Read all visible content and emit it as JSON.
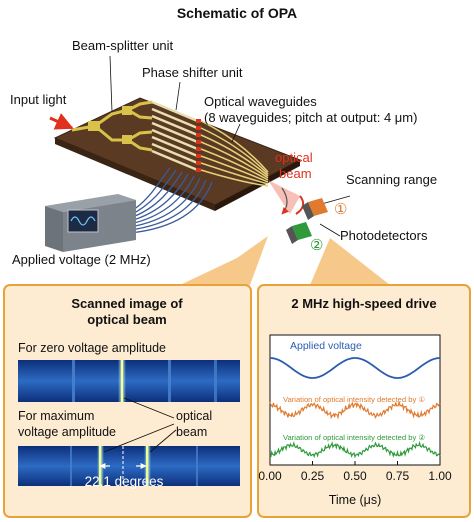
{
  "title": "Schematic of OPA",
  "labels": {
    "beam_splitter": "Beam-splitter unit",
    "phase_shifter": "Phase shifter unit",
    "input_light": "Input light",
    "waveguides_1": "Optical waveguides",
    "waveguides_2": "(8 waveguides; pitch at output: 4 μm)",
    "optical_beam_1": "optical",
    "optical_beam_2": "beam",
    "scanning_range": "Scanning range",
    "pd1": "①",
    "pd2": "②",
    "photodetectors": "Photodetectors",
    "applied_voltage": "Applied voltage (2 MHz)"
  },
  "left_panel": {
    "title_1": "Scanned image of",
    "title_2": "optical beam",
    "zero_label": "For zero voltage amplitude",
    "max_label_1": "For maximum",
    "max_label_2": "voltage amplitude",
    "beam_label_1": "optical",
    "beam_label_2": "beam",
    "angle_label": "22.1 degrees"
  },
  "right_panel": {
    "title": "2 MHz high-speed drive",
    "legend_applied": "Applied voltage",
    "legend_pd1": "Variation of optical intensity detected by ①",
    "legend_pd2": "Variation of optical intensity detected by ②",
    "xlabel": "Time (μs)"
  },
  "chart_data": {
    "type": "line",
    "x": [
      0.0,
      0.25,
      0.5,
      0.75,
      1.0
    ],
    "xticklabels": [
      "0.00",
      "0.25",
      "0.50",
      "0.75",
      "1.00"
    ],
    "xlim": [
      0,
      1
    ],
    "xlabel": "Time (μs)",
    "series": [
      {
        "name": "Applied voltage",
        "color": "#2a5db0"
      },
      {
        "name": "Variation of optical intensity detected by ①",
        "color": "#e07a2e"
      },
      {
        "name": "Variation of optical intensity detected by ②",
        "color": "#2e9a3a"
      }
    ]
  },
  "colors": {
    "chip": "#5a3a22",
    "chip_edge": "#3a2414",
    "gold": "#d8c24a",
    "panel_border": "#e8a23a",
    "panel_bg": "#fdecd2",
    "callout_fill": "#f6c98a",
    "red": "#e0301e",
    "blue_cable": "#3a5a9a"
  }
}
